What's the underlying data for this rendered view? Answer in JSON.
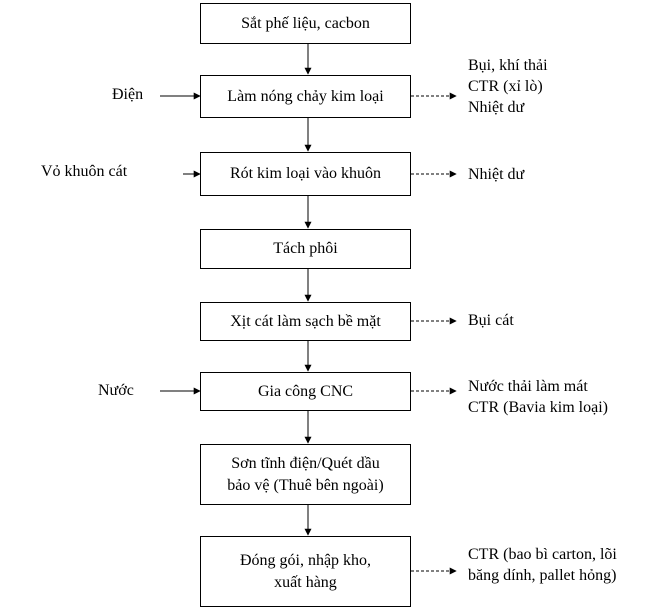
{
  "steps": [
    {
      "label": "Sắt phế liệu, cacbon"
    },
    {
      "label": "Làm nóng chảy kim loại"
    },
    {
      "label": "Rót kim loại vào khuôn"
    },
    {
      "label": "Tách phôi"
    },
    {
      "label": "Xịt cát làm sạch bề mặt"
    },
    {
      "label": "Gia công CNC"
    },
    {
      "label": "Sơn tĩnh điện/Quét dầu\nbảo vệ (Thuê bên ngoài)"
    },
    {
      "label": "Đóng gói, nhập kho,\nxuất hàng"
    }
  ],
  "inputs": [
    {
      "label": "Điện"
    },
    {
      "label": "Vỏ khuôn cát"
    },
    {
      "label": "Nước"
    }
  ],
  "outputs": [
    {
      "lines": [
        "Bụi, khí thải",
        "CTR (xỉ lò)",
        "Nhiệt dư"
      ]
    },
    {
      "lines": [
        "Nhiệt dư"
      ]
    },
    {
      "lines": [
        "Bụi cát"
      ]
    },
    {
      "lines": [
        "Nước thải làm mát",
        "CTR (Bavia kim loại)"
      ]
    },
    {
      "lines": [
        "CTR (bao bì carton, lõi",
        "băng dính, pallet hỏng)"
      ]
    }
  ]
}
